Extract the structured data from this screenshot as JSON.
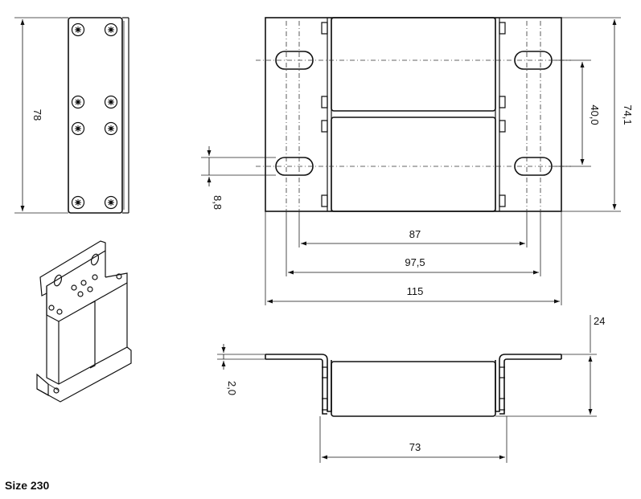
{
  "caption": "Size 230",
  "dimensions": {
    "side_height": "78",
    "total_height": "74,1",
    "slot_spacing": "40,0",
    "slot_offset": "8,8",
    "width_87": "87",
    "width_97_5": "97,5",
    "width_115": "115",
    "profile_height": "24",
    "sheet_thickness": "2,0",
    "body_width": "73"
  }
}
